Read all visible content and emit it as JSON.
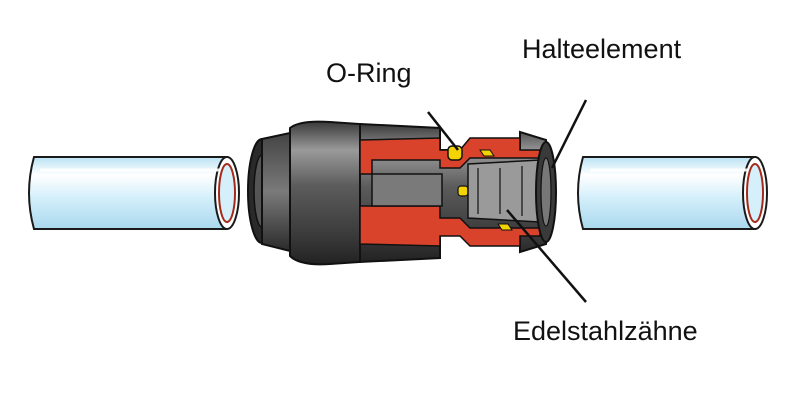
{
  "labels": {
    "o_ring": "O-Ring",
    "halteelement": "Halteelement",
    "edelstahlzaehne": "Edelstahlzähne"
  },
  "colors": {
    "background": "#ffffff",
    "tube_fill": "#d6f0fb",
    "tube_highlight": "#ffffff",
    "tube_outline": "#1a1a1a",
    "tube_inner_ring": "#a52a1a",
    "fitting_body": "#6b6b6b",
    "fitting_dark": "#2e2e2e",
    "section_red": "#d9432b",
    "oring_yellow": "#f3d400",
    "teeth_gray": "#9a9a9a"
  },
  "icons": [
    "left-pipe",
    "right-pipe",
    "push-fit-connector"
  ]
}
